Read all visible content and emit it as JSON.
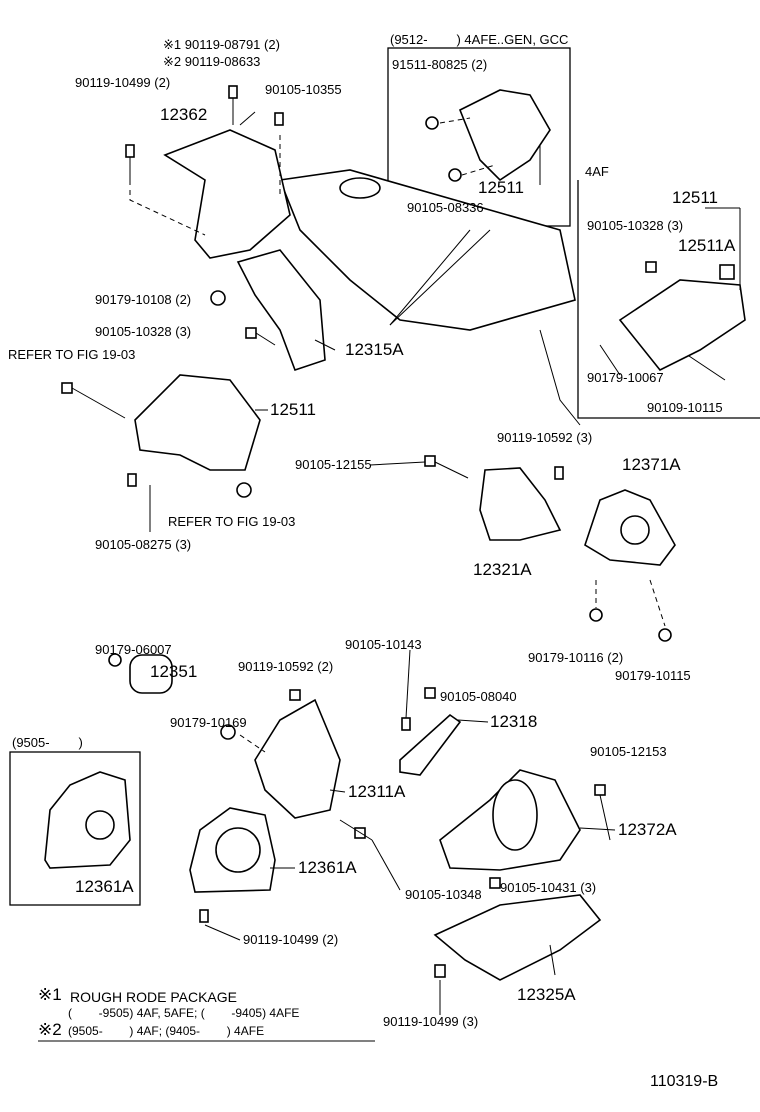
{
  "labels": [
    "※1 90119-08791 (2)",
    "※2 90119-08633",
    "90119-10499 (2)",
    "90105-10355",
    "12362",
    "(9512-        ) 4AFE..GEN, GCC",
    "91511-80825 (2)",
    "12511",
    "90105-08336",
    "4AF",
    "12511",
    "90105-10328 (3)",
    "12511A",
    "90179-10108 (2)",
    "90105-10328 (3)",
    "12315A",
    "REFER TO FIG 19-03",
    "90179-10067",
    "90109-10115",
    "12511",
    "90119-10592 (3)",
    "90105-12155",
    "12371A",
    "REFER TO FIG 19-03",
    "90105-08275 (3)",
    "12321A",
    "90179-06007",
    "12351",
    "90179-10116 (2)",
    "90179-10115",
    "90105-10143",
    "90119-10592 (2)",
    "90105-08040",
    "12318",
    "90179-10169",
    "(9505-        )",
    "90105-12153",
    "12311A",
    "12372A",
    "12361A",
    "12361A",
    "90105-10348",
    "90105-10431 (3)",
    "90119-10499 (2)",
    "12325A",
    "90119-10499 (3)"
  ],
  "footnotes": {
    "note1_mark": "※1",
    "note1_text": "ROUGH RODE PACKAGE",
    "note1_detail": "(        -9505) 4AF, 5AFE; (        -9405) 4AFE",
    "note2_mark": "※2",
    "note2_text": "(9505-        ) 4AF; (9405-        ) 4AFE"
  },
  "figure_id": "110319-B"
}
